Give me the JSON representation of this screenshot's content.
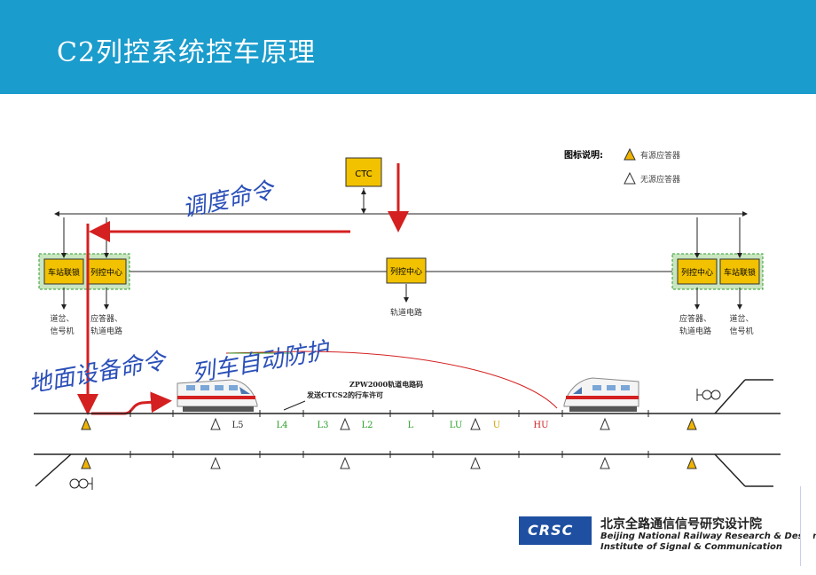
{
  "title": "C2列控系统控车原理",
  "labels": {
    "ctc": "CTC",
    "legend_title": "图标说明:",
    "legend_active": "有源应答器",
    "legend_passive": "无源应答器",
    "station_left_interlock": "车站联锁",
    "station_left_tcc": "列控中心",
    "station_mid_tcc": "列控中心",
    "station_right_tcc": "列控中心",
    "station_right_interlock": "车站联锁",
    "left_out1": "道岔、",
    "left_out1b": "信号机",
    "left_out2": "应答器、",
    "left_out2b": "轨道电路",
    "mid_out": "轨道电路",
    "right_out1": "应答器、",
    "right_out1b": "轨道电路",
    "right_out2": "道岔、",
    "right_out2b": "信号机",
    "zpw_line1": "ZPW2000轨道电路码",
    "zpw_line2": "发送CTCS2的行车许可",
    "dispatch_cmd": "调度命令",
    "ground_cmd": "地面设备命令",
    "atp": "列车自动防护"
  },
  "codes": [
    {
      "text": "L5",
      "color": "#333333"
    },
    {
      "text": "L4",
      "color": "#2aa02a"
    },
    {
      "text": "L3",
      "color": "#2aa02a"
    },
    {
      "text": "L2",
      "color": "#2aa02a"
    },
    {
      "text": "L",
      "color": "#2aa02a"
    },
    {
      "text": "LU",
      "color": "#2aa02a"
    },
    {
      "text": "U",
      "color": "#d4a000"
    },
    {
      "text": "HU",
      "color": "#cc2222"
    }
  ],
  "colors": {
    "header": "#1a9ccc",
    "tcc_fill": "#f2c200",
    "station_border": "#2f9c2f",
    "station_bg": "#c9e6c0",
    "command_arrow": "#d42020",
    "handwriting": "#2a4fb8",
    "active_balise": "#f0b400"
  },
  "logo": {
    "mark": "CRSC",
    "cn": "北京全路通信信号研究设计院",
    "en1": "Beijing National Railway Research & Design",
    "en2": "Institute of Signal & Communication"
  }
}
